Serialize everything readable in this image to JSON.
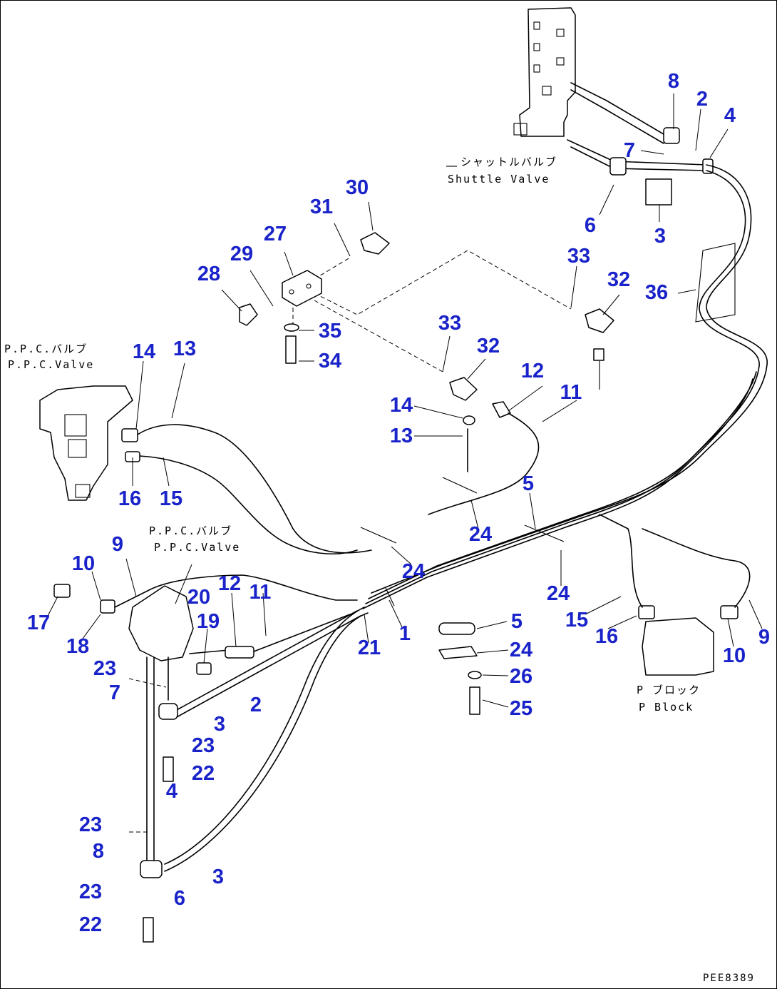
{
  "colors": {
    "callout": "#1a23c9",
    "line": "#000000",
    "background": "#ffffff"
  },
  "labels": {
    "shuttle_jp": "シャットルバルブ",
    "shuttle_en": "Shuttle Valve",
    "ppc_left_jp": "P.P.C.バルブ",
    "ppc_left_en": "P.P.C.Valve",
    "ppc_mid_jp": "P.P.C.バルブ",
    "ppc_mid_en": "P.P.C.Valve",
    "pblock_jp": "P ブロック",
    "pblock_en": "P Block"
  },
  "drawing_number": "PEE8389",
  "callouts": [
    "8",
    "2",
    "4",
    "7",
    "6",
    "3",
    "30",
    "31",
    "27",
    "29",
    "28",
    "35",
    "34",
    "33",
    "32",
    "36",
    "33",
    "32",
    "12",
    "11",
    "14",
    "13",
    "14",
    "13",
    "16",
    "15",
    "5",
    "24",
    "24",
    "24",
    "9",
    "10",
    "17",
    "18",
    "20",
    "12",
    "11",
    "19",
    "21",
    "1",
    "5",
    "24",
    "26",
    "25",
    "15",
    "16",
    "10",
    "9",
    "23",
    "7",
    "2",
    "3",
    "23",
    "22",
    "4",
    "23",
    "8",
    "3",
    "6",
    "23",
    "22"
  ]
}
